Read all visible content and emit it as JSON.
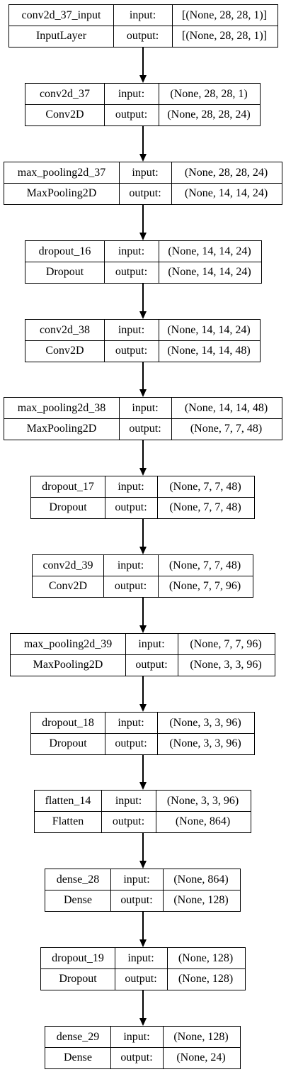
{
  "layers": [
    {
      "name": "conv2d_37_input",
      "type": "InputLayer",
      "input_label": "input:",
      "output_label": "output:",
      "input_shape": "[(None, 28, 28, 1)]",
      "output_shape": "[(None, 28, 28, 1)]"
    },
    {
      "name": "conv2d_37",
      "type": "Conv2D",
      "input_label": "input:",
      "output_label": "output:",
      "input_shape": "(None, 28, 28, 1)",
      "output_shape": "(None, 28, 28, 24)"
    },
    {
      "name": "max_pooling2d_37",
      "type": "MaxPooling2D",
      "input_label": "input:",
      "output_label": "output:",
      "input_shape": "(None, 28, 28, 24)",
      "output_shape": "(None, 14, 14, 24)"
    },
    {
      "name": "dropout_16",
      "type": "Dropout",
      "input_label": "input:",
      "output_label": "output:",
      "input_shape": "(None, 14, 14, 24)",
      "output_shape": "(None, 14, 14, 24)"
    },
    {
      "name": "conv2d_38",
      "type": "Conv2D",
      "input_label": "input:",
      "output_label": "output:",
      "input_shape": "(None, 14, 14, 24)",
      "output_shape": "(None, 14, 14, 48)"
    },
    {
      "name": "max_pooling2d_38",
      "type": "MaxPooling2D",
      "input_label": "input:",
      "output_label": "output:",
      "input_shape": "(None, 14, 14, 48)",
      "output_shape": "(None, 7, 7, 48)"
    },
    {
      "name": "dropout_17",
      "type": "Dropout",
      "input_label": "input:",
      "output_label": "output:",
      "input_shape": "(None, 7, 7, 48)",
      "output_shape": "(None, 7, 7, 48)"
    },
    {
      "name": "conv2d_39",
      "type": "Conv2D",
      "input_label": "input:",
      "output_label": "output:",
      "input_shape": "(None, 7, 7, 48)",
      "output_shape": "(None, 7, 7, 96)"
    },
    {
      "name": "max_pooling2d_39",
      "type": "MaxPooling2D",
      "input_label": "input:",
      "output_label": "output:",
      "input_shape": "(None, 7, 7, 96)",
      "output_shape": "(None, 3, 3, 96)"
    },
    {
      "name": "dropout_18",
      "type": "Dropout",
      "input_label": "input:",
      "output_label": "output:",
      "input_shape": "(None, 3, 3, 96)",
      "output_shape": "(None, 3, 3, 96)"
    },
    {
      "name": "flatten_14",
      "type": "Flatten",
      "input_label": "input:",
      "output_label": "output:",
      "input_shape": "(None, 3, 3, 96)",
      "output_shape": "(None, 864)"
    },
    {
      "name": "dense_28",
      "type": "Dense",
      "input_label": "input:",
      "output_label": "output:",
      "input_shape": "(None, 864)",
      "output_shape": "(None, 128)"
    },
    {
      "name": "dropout_19",
      "type": "Dropout",
      "input_label": "input:",
      "output_label": "output:",
      "input_shape": "(None, 128)",
      "output_shape": "(None, 128)"
    },
    {
      "name": "dense_29",
      "type": "Dense",
      "input_label": "input:",
      "output_label": "output:",
      "input_shape": "(None, 128)",
      "output_shape": "(None, 24)"
    }
  ]
}
